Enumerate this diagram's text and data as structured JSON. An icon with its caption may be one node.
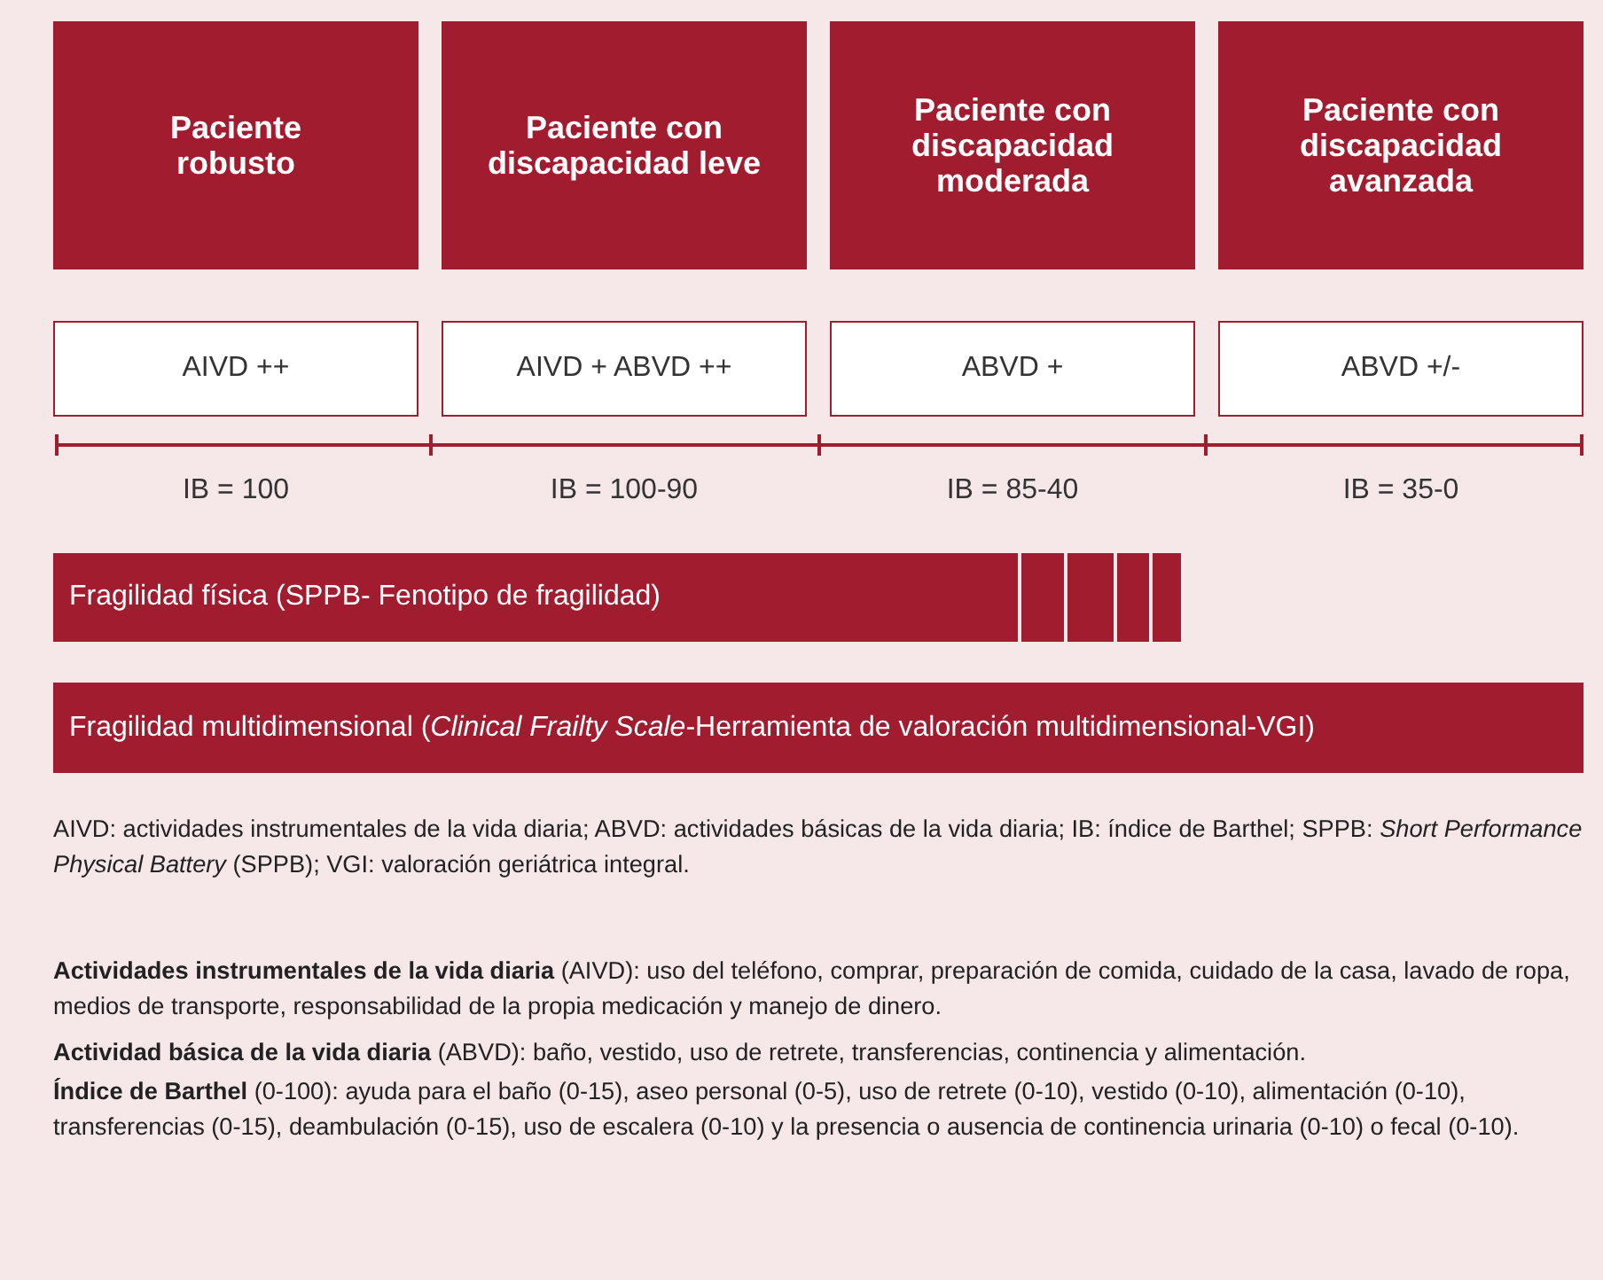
{
  "diagram": {
    "nodes": [
      {
        "text": [
          "Paciente robusto"
        ]
      },
      {
        "text": [
          "Paciente con discapacidad leve"
        ]
      },
      {
        "text": [
          "Paciente con discapacidad moderada"
        ]
      },
      {
        "text": [
          "Paciente con discapacidad avanzada"
        ]
      },
      {
        "text": [
          "AIVD ++"
        ]
      },
      {
        "text": [
          "AIVD + ABVD ++"
        ]
      },
      {
        "text": [
          "ABVD +"
        ]
      },
      {
        "text": [
          "ABVD +/-"
        ]
      },
      {
        "text": [
          "Fragilidad física (SPPB- Fenotipo de fragilidad)"
        ]
      },
      {
        "text": [
          "Fragilidad multidimensional (*Clinical Frailty Scale*-Herramienta de valoración multidimensional-VGI)"
        ]
      }
    ],
    "labels": [
      "IB = 100",
      "IB = 100-90",
      "IB = 85-40",
      "IB = 35-0",
      "AIVD: actividades instrumentales de la vida diaria; ABVD: actividades básicas de la vida diaria; IB: índice de Barthel; SPPB: *Short Performance Physical Battery* (SPPB); VGI: valoración geriátrica integral.",
      "**Actividades instrumentales de la vida diaria** (AIVD): uso del teléfono, comprar, preparación de comida, cuidado de la casa, lavado de ropa, medios de transporte, responsabilidad de la propia medicación y manejo de dinero.",
      "**Actividad básica de la vida diaria** (ABVD): baño, vestido, uso de retrete, transferencias, continencia y alimentación.",
      "**Índice de Barthel** (0-100): ayuda para el baño (0-15), aseo personal (0-5), uso de retrete (0-10), vestido (0-10), alimentación (0-10), transferencias (0-15), deambulación (0-15), uso de escalera (0-10) y la presencia o ausencia de continencia urinaria (0-10) o fecal (0-10)."
    ]
  }
}
